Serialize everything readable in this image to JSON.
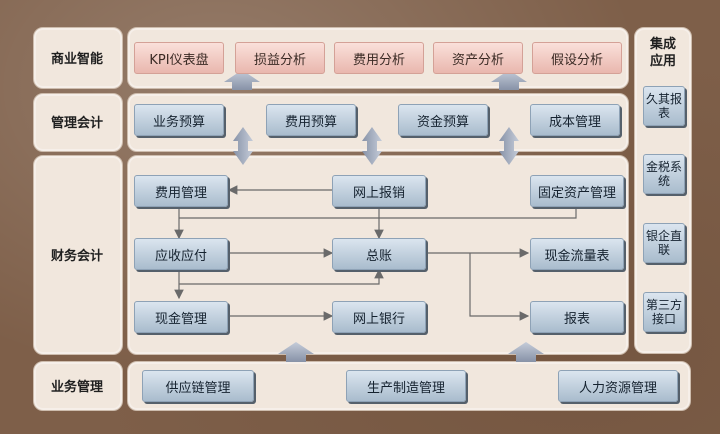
{
  "layers": {
    "bi": "商业智能",
    "mgmt": "管理会计",
    "fin": "财务会计",
    "biz": "业务管理",
    "integration": "集成应用"
  },
  "bi_modules": [
    "KPI仪表盘",
    "损益分析",
    "费用分析",
    "资产分析",
    "假设分析"
  ],
  "mgmt_modules": [
    "业务预算",
    "费用预算",
    "资金预算",
    "成本管理"
  ],
  "fin_modules": {
    "expense_mgmt": "费用管理",
    "online_reimburse": "网上报销",
    "fixed_assets": "固定资产管理",
    "ar_ap": "应收应付",
    "general_ledger": "总账",
    "cash_flow": "现金流量表",
    "cash_mgmt": "现金管理",
    "online_bank": "网上银行",
    "reports": "报表"
  },
  "biz_modules": [
    "供应链管理",
    "生产制造管理",
    "人力资源管理"
  ],
  "integration_modules": [
    "久其报表",
    "金税系统",
    "银企直联",
    "第三方接口"
  ],
  "colors": {
    "background": "#7e5f49",
    "panel": "#f1e7dd",
    "bi_box": "#f2c9c1",
    "module_box": "#c3d1de",
    "arrow": "#9aa4b8",
    "connector": "#6a6a6a"
  }
}
